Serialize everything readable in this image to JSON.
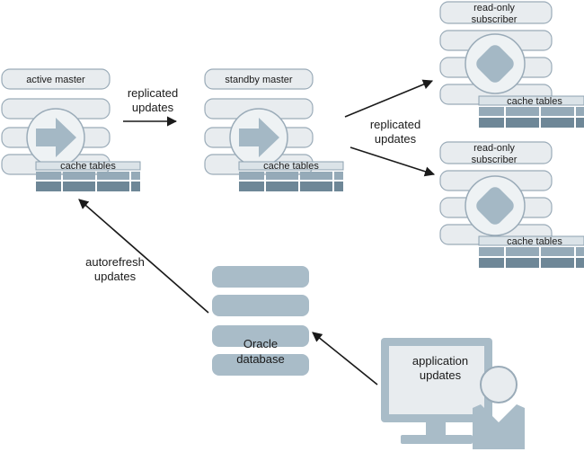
{
  "nodes": {
    "active_master": {
      "label": "active master",
      "cache_label": "cache tables"
    },
    "standby_master": {
      "label": "standby master",
      "cache_label": "cache tables"
    },
    "subscriber_top": {
      "label_line1": "read-only",
      "label_line2": "subscriber",
      "cache_label": "cache tables"
    },
    "subscriber_bottom": {
      "label_line1": "read-only",
      "label_line2": "subscriber",
      "cache_label": "cache tables"
    },
    "oracle_db": {
      "label_line1": "Oracle",
      "label_line2": "database"
    },
    "application": {
      "label_line1": "application",
      "label_line2": "updates"
    }
  },
  "edges": {
    "active_to_standby": {
      "line1": "replicated",
      "line2": "updates"
    },
    "standby_to_subscribers": {
      "line1": "replicated",
      "line2": "updates"
    },
    "oracle_to_active": {
      "line1": "autorefresh",
      "line2": "updates"
    }
  },
  "colors": {
    "cylinder_light": "#e8ecef",
    "cylinder_mid": "#a9bcc8",
    "table_dark": "#6e8797",
    "arrow": "#1a1a1a"
  },
  "icons": {
    "master": "arrow-right-icon",
    "subscriber": "diamond-icon",
    "database": "database-icon",
    "application": "monitor-user-icon"
  }
}
